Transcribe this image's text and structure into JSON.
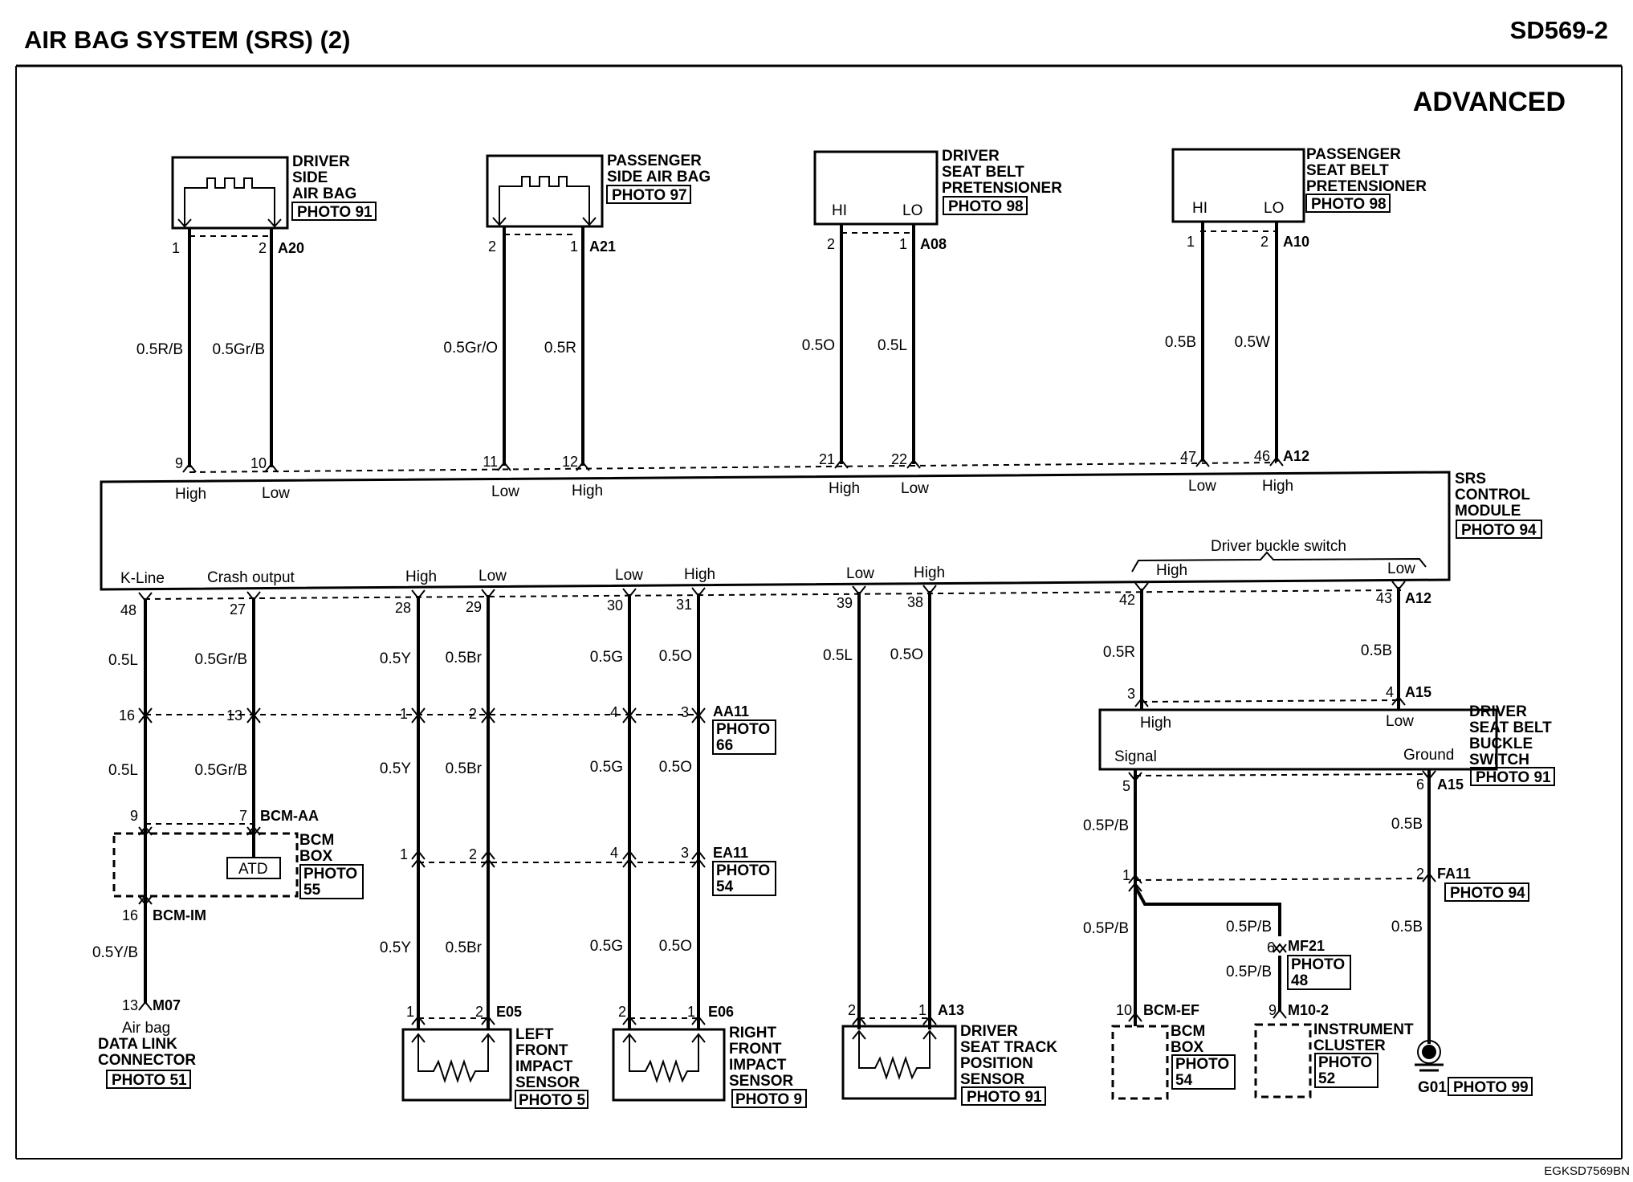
{
  "header": {
    "title": "AIR BAG SYSTEM (SRS) (2)",
    "page_code": "SD569-2",
    "variant": "ADVANCED"
  },
  "footer_code": "EGKSD7569BN",
  "components": {
    "driver_airbag": {
      "name": [
        "DRIVER",
        "SIDE",
        "AIR BAG"
      ],
      "photo": "PHOTO 91"
    },
    "passenger_airbag": {
      "name": [
        "PASSENGER",
        "SIDE AIR BAG"
      ],
      "photo": "PHOTO 97"
    },
    "driver_pretensioner": {
      "name": [
        "DRIVER",
        "SEAT BELT",
        "PRETENSIONER"
      ],
      "photo": "PHOTO 98",
      "hi": "HI",
      "lo": "LO"
    },
    "passenger_pretensioner": {
      "name": [
        "PASSENGER",
        "SEAT BELT",
        "PRETENSIONER"
      ],
      "photo": "PHOTO 98",
      "hi": "HI",
      "lo": "LO"
    },
    "srs_module": {
      "name": [
        "SRS",
        "CONTROL",
        "MODULE"
      ],
      "photo": "PHOTO 94",
      "buckle_group": "Driver buckle switch"
    },
    "buckle_switch": {
      "name": [
        "DRIVER",
        "SEAT BELT",
        "BUCKLE",
        "SWITCH"
      ],
      "photo": "PHOTO 91",
      "high": "High",
      "low": "Low",
      "signal": "Signal",
      "ground": "Ground"
    },
    "bcm_box_55": {
      "name": [
        "BCM",
        "BOX"
      ],
      "photo": [
        "PHOTO",
        "55"
      ],
      "atd": "ATD"
    },
    "data_link": {
      "name": [
        "Air bag",
        "DATA LINK",
        "CONNECTOR"
      ],
      "photo": "PHOTO 51"
    },
    "left_impact": {
      "name": [
        "LEFT",
        "FRONT",
        "IMPACT",
        "SENSOR"
      ],
      "photo": "PHOTO 5"
    },
    "right_impact": {
      "name": [
        "RIGHT",
        "FRONT",
        "IMPACT",
        "SENSOR"
      ],
      "photo": "PHOTO 9"
    },
    "seat_track": {
      "name": [
        "DRIVER",
        "SEAT TRACK",
        "POSITION",
        "SENSOR"
      ],
      "photo": "PHOTO 91"
    },
    "bcm_box_54": {
      "name": [
        "BCM",
        "BOX"
      ],
      "photo": [
        "PHOTO",
        "54"
      ]
    },
    "cluster": {
      "name": [
        "INSTRUMENT",
        "CLUSTER"
      ],
      "photo": [
        "PHOTO",
        "52"
      ]
    },
    "ground": {
      "name": "G01",
      "photo": "PHOTO 99"
    }
  },
  "connectors": {
    "A20": "A20",
    "A21": "A21",
    "A08": "A08",
    "A10": "A10",
    "A12": "A12",
    "A15": "A15",
    "AA11": "AA11",
    "AA11_photo": [
      "PHOTO",
      "66"
    ],
    "EA11": "EA11",
    "EA11_photo": [
      "PHOTO",
      "54"
    ],
    "BCM_AA": "BCM-AA",
    "BCM_IM": "BCM-IM",
    "M07": "M07",
    "E05": "E05",
    "E06": "E06",
    "A13": "A13",
    "FA11": "FA11",
    "FA11_photo": "PHOTO 94",
    "MF21": "MF21",
    "MF21_photo": [
      "PHOTO",
      "48"
    ],
    "BCM_EF": "BCM-EF",
    "M10_2": "M10-2"
  },
  "wires": {
    "w1": "0.5R/B",
    "w2": "0.5Gr/B",
    "w3": "0.5Gr/O",
    "w4": "0.5R",
    "w5": "0.5O",
    "w6": "0.5L",
    "w7": "0.5B",
    "w8": "0.5W",
    "k1": "0.5L",
    "k2": "0.5Gr/B",
    "k3": "0.5Y/B",
    "l1": "0.5Y",
    "l2": "0.5Br",
    "r1": "0.5G",
    "r2": "0.5O",
    "s1": "0.5L",
    "s2": "0.5O",
    "b1": "0.5R",
    "b2": "0.5B",
    "b3": "0.5P/B",
    "b4": "0.5B",
    "b5": "0.5P/B",
    "b6": "0.5P/B",
    "b7": "0.5P/B",
    "b8": "0.5B"
  },
  "pins": {
    "p1": "1",
    "p2": "2",
    "p3": "3",
    "p4": "4",
    "p5": "5",
    "p6": "6",
    "p7": "7",
    "p9": "9",
    "p10": "10",
    "p11": "11",
    "p12": "12",
    "p13": "13",
    "p16": "16",
    "p21": "21",
    "p22": "22",
    "p27": "27",
    "p28": "28",
    "p29": "29",
    "p30": "30",
    "p31": "31",
    "p38": "38",
    "p39": "39",
    "p42": "42",
    "p43": "43",
    "p46": "46",
    "p47": "47",
    "p48": "48"
  },
  "signals": {
    "high": "High",
    "low": "Low",
    "kline": "K-Line",
    "crash": "Crash output"
  }
}
